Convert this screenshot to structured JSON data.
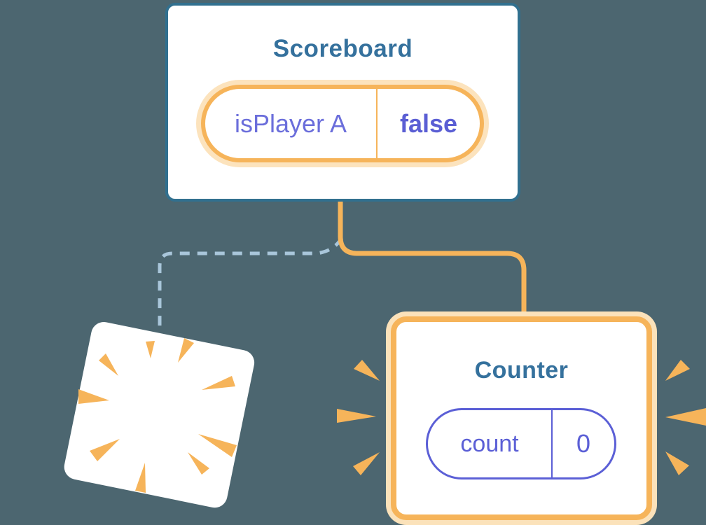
{
  "diagram": {
    "scoreboard": {
      "title": "Scoreboard",
      "state": {
        "name": "isPlayer A",
        "value": "false"
      }
    },
    "counter": {
      "title": "Counter",
      "state": {
        "name": "count",
        "value": "0"
      }
    },
    "poof_card": {
      "description": "disappearing component card"
    },
    "icons": {
      "sparkles": "sparkles-icon",
      "poof_rays": "poof-rays-icon",
      "emphasis_dashes": "emphasis-dashes-icon"
    },
    "colors": {
      "background": "#4c6670",
      "accent_orange": "#f6b45a",
      "halo_orange": "#fbe2ba",
      "card_border_blue": "#31708f",
      "title_blue": "#35719d",
      "state_purple": "#5b5fd6",
      "state_purple_light": "#6b6edb",
      "state_purple_bold": "#5a5ed4",
      "dashed_blue": "#a9c6da",
      "card_white": "#ffffff"
    }
  }
}
